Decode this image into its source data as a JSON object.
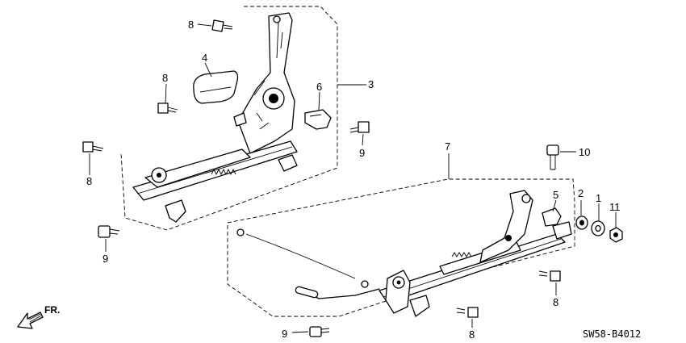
{
  "diagram": {
    "callouts": {
      "c1": "1",
      "c2": "2",
      "c3": "3",
      "c4": "4",
      "c5": "5",
      "c6": "6",
      "c7": "7",
      "c8a": "8",
      "c8b": "8",
      "c8c": "8",
      "c8d": "8",
      "c8e": "8",
      "c9a": "9",
      "c9b": "9",
      "c9c": "9",
      "c10": "10",
      "c11": "11"
    },
    "direction_label": "FR.",
    "diagram_code": "SW58-B4012"
  }
}
